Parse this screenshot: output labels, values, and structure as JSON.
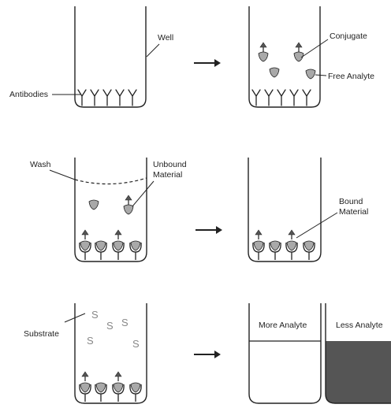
{
  "labels": {
    "well": "Well",
    "antibodies": "Antibodies",
    "conjugate": "Conjugate",
    "free_analyte": "Free Analyte",
    "wash": "Wash",
    "unbound_1": "Unbound",
    "unbound_2": "Material",
    "bound_1": "Bound",
    "bound_2": "Material",
    "substrate": "Substrate",
    "more_analyte": "More Analyte",
    "less_analyte": "Less Analyte",
    "substrate_glyph": "S"
  },
  "colors": {
    "outline": "#222222",
    "analyte_fill": "#a9a9a9",
    "conjugate_arrow": "#555555",
    "substrate_text": "#888888",
    "dark_result": "#555555",
    "light_result": "#ffffff"
  }
}
